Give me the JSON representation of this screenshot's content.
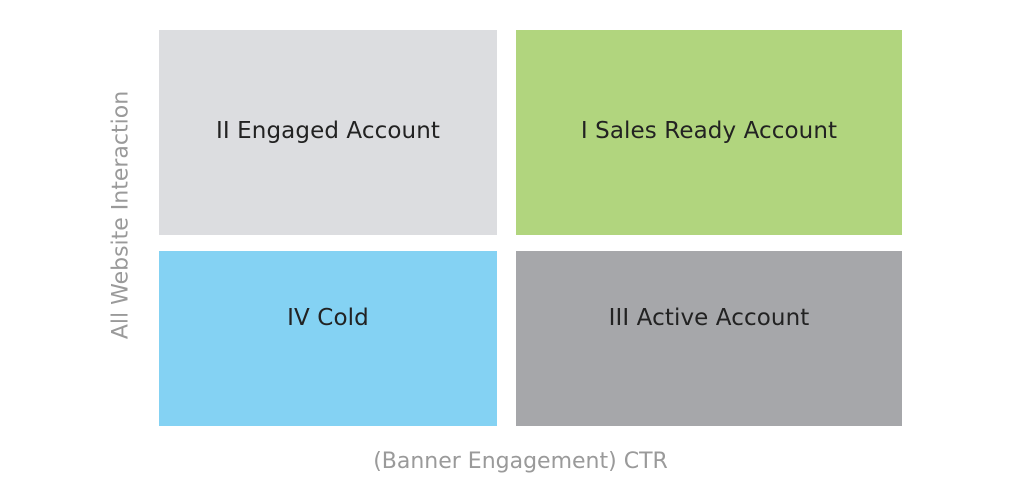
{
  "quadrants": {
    "top_left": {
      "label": "II Engaged Account",
      "color": "#dcdde0"
    },
    "top_right": {
      "label": "I Sales Ready Account",
      "color": "#b1d57e"
    },
    "bottom_left": {
      "label": "IV Cold",
      "color": "#84d2f3"
    },
    "bottom_right": {
      "label": "III Active Account",
      "color": "#a6a7aa"
    }
  },
  "axes": {
    "x_label": "(Banner Engagement) CTR",
    "y_label": "All Website Interaction"
  }
}
